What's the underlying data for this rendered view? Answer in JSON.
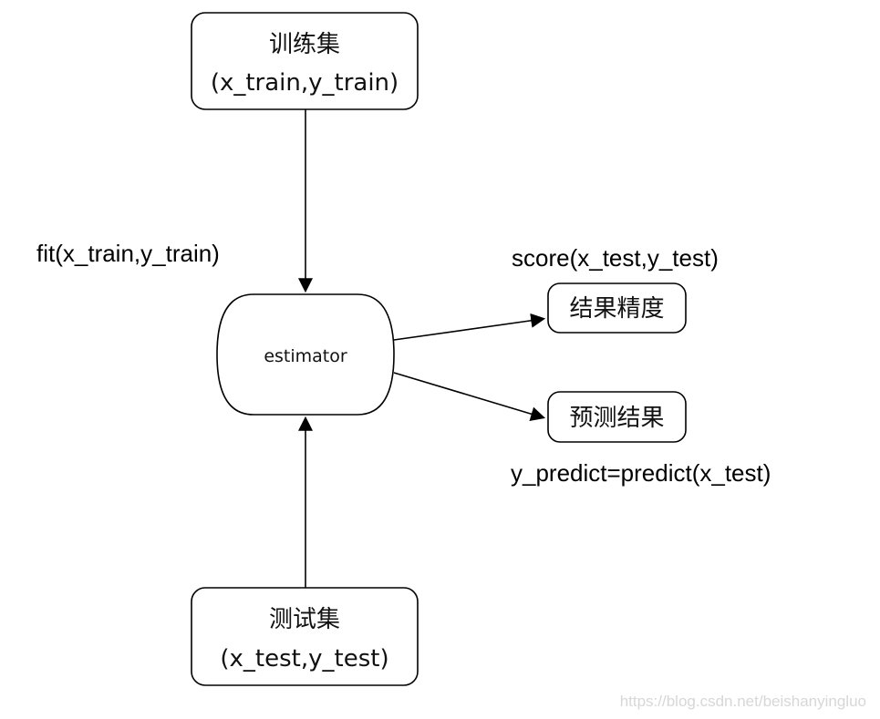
{
  "nodes": {
    "train": {
      "line1": "训练集",
      "line2": "(x_train,y_train)"
    },
    "estimator": {
      "label": "estimator"
    },
    "test": {
      "line1": "测试集",
      "line2": "(x_test,y_test)"
    },
    "accuracy": {
      "label": "结果精度"
    },
    "prediction": {
      "label": "预测结果"
    }
  },
  "edges": {
    "fit": "fit(x_train,y_train)",
    "score": "score(x_test,y_test)",
    "predict": "y_predict=predict(x_test)"
  },
  "watermark": "https://blog.csdn.net/beishanyingluo"
}
